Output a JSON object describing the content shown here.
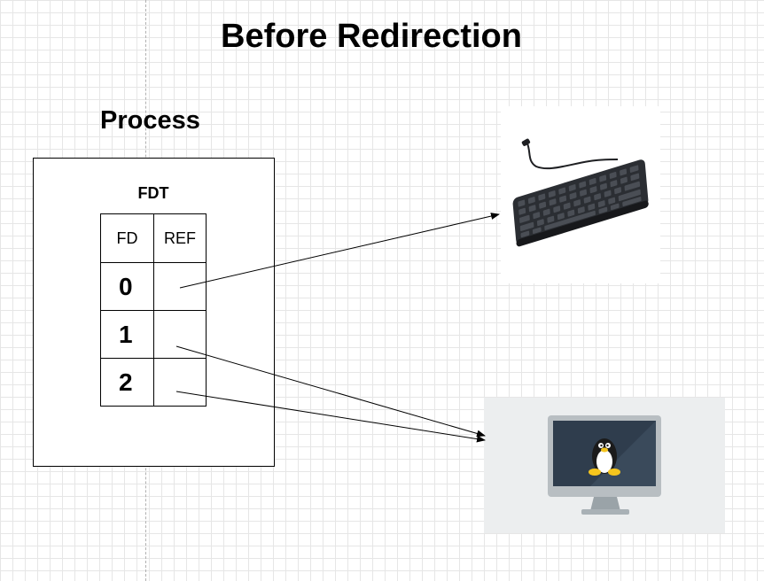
{
  "title": "Before Redirection",
  "process_label": "Process",
  "fdt": {
    "label": "FDT",
    "headers": {
      "fd": "FD",
      "ref": "REF"
    },
    "rows": [
      {
        "fd": "0",
        "ref": ""
      },
      {
        "fd": "1",
        "ref": ""
      },
      {
        "fd": "2",
        "ref": ""
      }
    ]
  },
  "devices": {
    "keyboard_icon": "keyboard-icon",
    "monitor_icon": "linux-monitor-icon"
  },
  "colors": {
    "monitor_background": "#eceeef",
    "monitor_screen": "#2f3d4d",
    "tux_yellow": "#f5c51d",
    "keyboard_body": "#2b2e33"
  }
}
